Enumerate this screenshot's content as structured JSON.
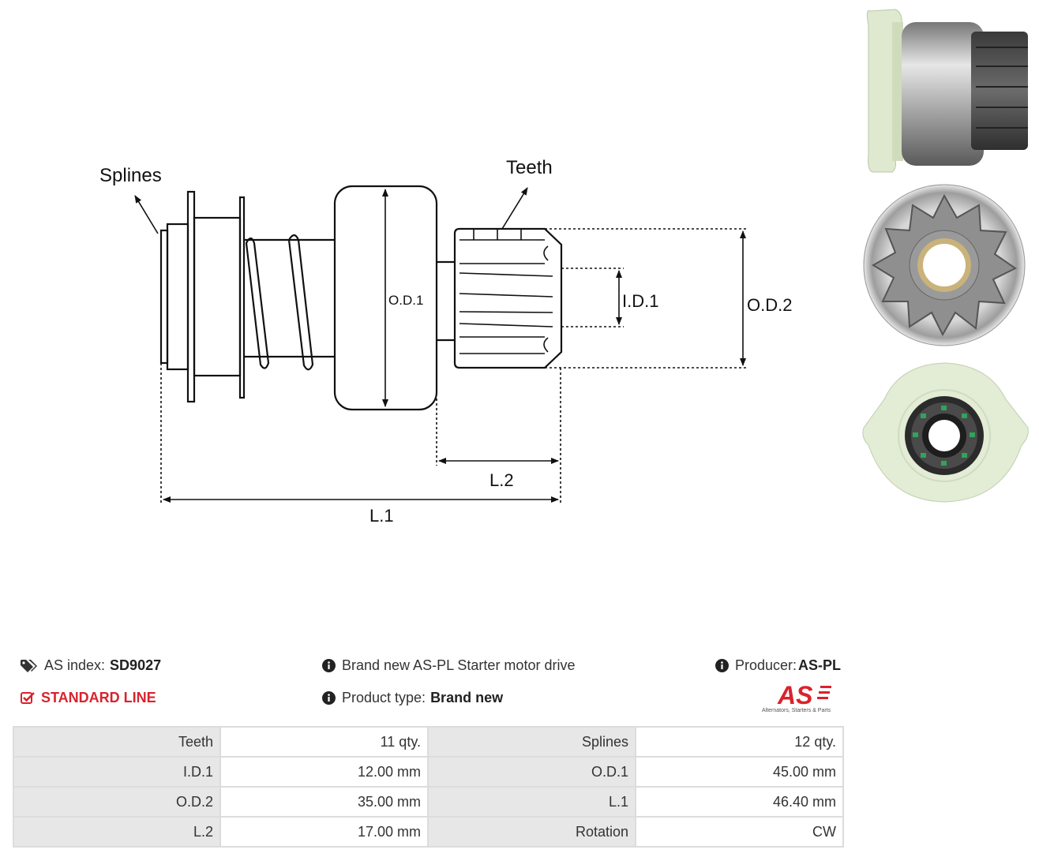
{
  "diagram": {
    "splines_label": "Splines",
    "teeth_label": "Teeth",
    "od1_label": "O.D.1",
    "id1_label": "I.D.1",
    "od2_label": "O.D.2",
    "l2_label": "L.2",
    "l1_label": "L.1"
  },
  "photos": [
    {
      "name": "side-view"
    },
    {
      "name": "pinion-front-view"
    },
    {
      "name": "rear-view"
    }
  ],
  "info": {
    "as_index_label": "AS index:",
    "as_index_value": "SD9027",
    "line_label": "STANDARD LINE",
    "description": "Brand new AS-PL Starter motor drive",
    "product_type_label": "Product type:",
    "product_type_value": "Brand new",
    "producer_label": "Producer:",
    "producer_value": "AS-PL"
  },
  "logo": {
    "text": "AS",
    "tagline": "Alternators, Starters & Parts",
    "color": "#d9232d"
  },
  "specs": [
    {
      "k1": "Teeth",
      "v1": "11 qty.",
      "k2": "Splines",
      "v2": "12 qty."
    },
    {
      "k1": "I.D.1",
      "v1": "12.00 mm",
      "k2": "O.D.1",
      "v2": "45.00 mm"
    },
    {
      "k1": "O.D.2",
      "v1": "35.00 mm",
      "k2": "L.1",
      "v2": "46.40 mm"
    },
    {
      "k1": "L.2",
      "v1": "17.00 mm",
      "k2": "Rotation",
      "v2": "CW"
    }
  ]
}
